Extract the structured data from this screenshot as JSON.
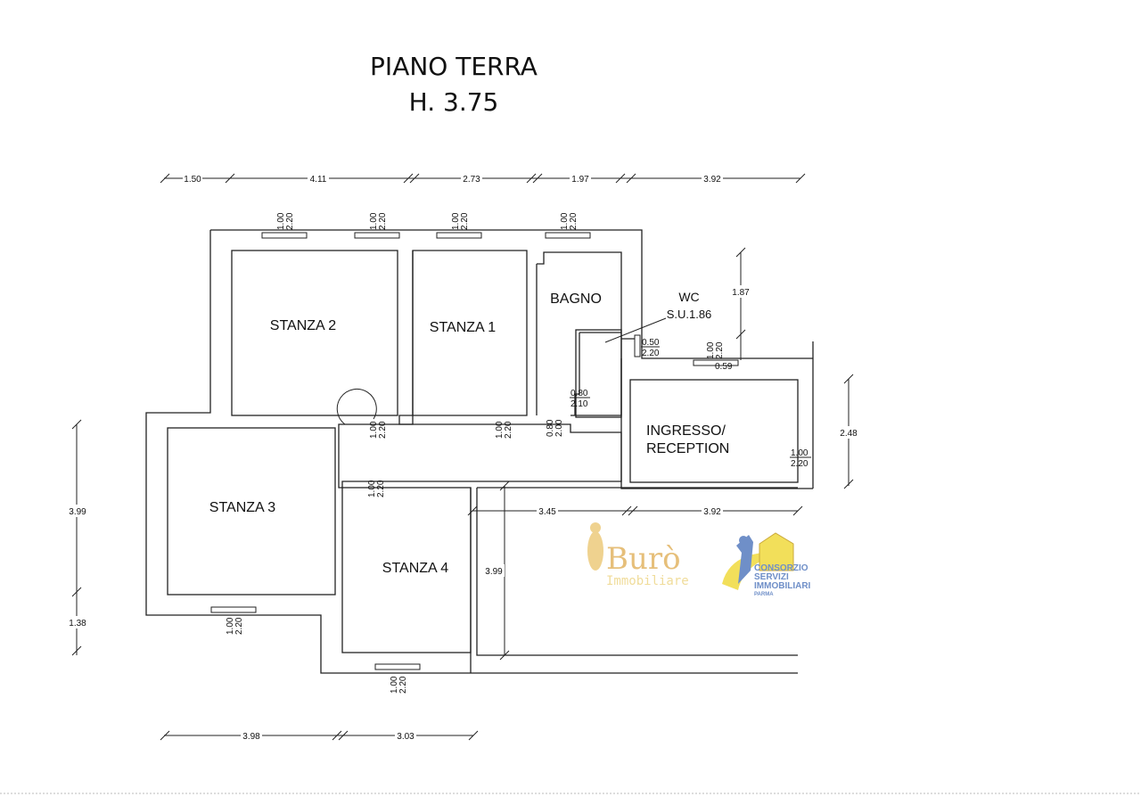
{
  "title": {
    "line1": "PIANO TERRA",
    "line2": "H. 3.75"
  },
  "rooms": {
    "stanza2": "STANZA 2",
    "stanza1": "STANZA 1",
    "bagno": "BAGNO",
    "wc": "WC",
    "wc_area": "S.U.1.86",
    "ingresso1": "INGRESSO/",
    "ingresso2": "RECEPTION",
    "stanza3": "STANZA 3",
    "stanza4": "STANZA 4"
  },
  "dimensions": {
    "top": [
      "1.50",
      "4.11",
      "2.73",
      "1.97",
      "3.92"
    ],
    "bottom": [
      "3.98",
      "3.03"
    ],
    "left": [
      "3.99",
      "1.38"
    ],
    "right_ingresso": "2.48",
    "wc_height": "1.87",
    "inner_h": [
      "3.45",
      "3.92"
    ],
    "inner_v": "3.99"
  },
  "openings": {
    "w100": "1.00",
    "h220": "2.20",
    "w050": "0.50",
    "w080": "0.80",
    "h210": "2.10",
    "h200": "2.00",
    "w059": "0.59"
  },
  "logos": {
    "buro": "Burò",
    "buro_sub": "Immobiliare",
    "consorzio": [
      "CONSORZIO",
      "SERVIZI",
      "IMMOBILIARI",
      "PARMA"
    ]
  },
  "colors": {
    "buro": "#e8c98a",
    "consorzio_blue": "#6f8fc8",
    "consorzio_yellow": "#f2df5a"
  }
}
